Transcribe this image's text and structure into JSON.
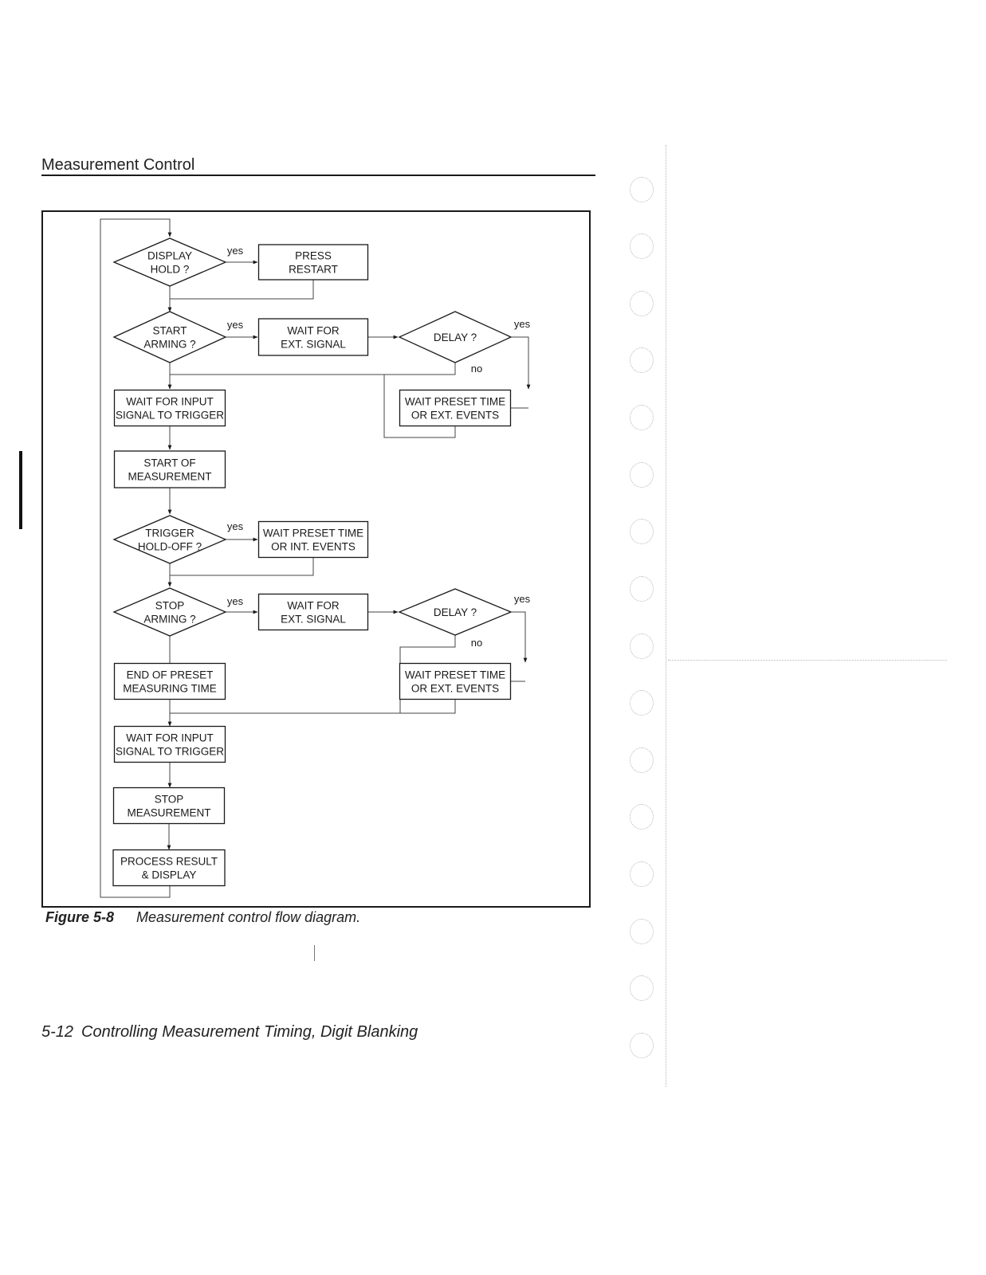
{
  "header": {
    "title": "Measurement Control"
  },
  "flowchart": {
    "labels": {
      "yes": "yes",
      "no": "no"
    },
    "decisions": {
      "display_hold": [
        "DISPLAY",
        "HOLD ?"
      ],
      "start_arming": [
        "START",
        "ARMING ?"
      ],
      "delay_1": [
        "DELAY ?"
      ],
      "trigger_holdoff": [
        "TRIGGER",
        "HOLD-OFF ?"
      ],
      "stop_arming": [
        "STOP",
        "ARMING ?"
      ],
      "delay_2": [
        "DELAY ?"
      ]
    },
    "processes": {
      "press_restart": [
        "PRESS",
        "RESTART"
      ],
      "wait_ext_signal_1": [
        "WAIT FOR",
        "EXT. SIGNAL"
      ],
      "wait_input_signal_1": [
        "WAIT FOR INPUT",
        "SIGNAL TO TRIGGER"
      ],
      "wait_preset_ext_1": [
        "WAIT PRESET TIME",
        "OR EXT. EVENTS"
      ],
      "start_measurement": [
        "START OF",
        "MEASUREMENT"
      ],
      "wait_preset_int": [
        "WAIT PRESET TIME",
        "OR INT. EVENTS"
      ],
      "wait_ext_signal_2": [
        "WAIT FOR",
        "EXT. SIGNAL"
      ],
      "end_preset_time": [
        "END OF PRESET",
        "MEASURING TIME"
      ],
      "wait_preset_ext_2": [
        "WAIT PRESET TIME",
        "OR EXT. EVENTS"
      ],
      "wait_input_signal_2": [
        "WAIT FOR INPUT",
        "SIGNAL TO TRIGGER"
      ],
      "stop_measurement": [
        "STOP",
        "MEASUREMENT"
      ],
      "process_result": [
        "PROCESS RESULT",
        "& DISPLAY"
      ]
    }
  },
  "caption": {
    "number": "Figure 5-8",
    "text": "Measurement control flow diagram."
  },
  "footer": {
    "page": "5-12",
    "title": "Controlling Measurement Timing, Digit Blanking"
  }
}
